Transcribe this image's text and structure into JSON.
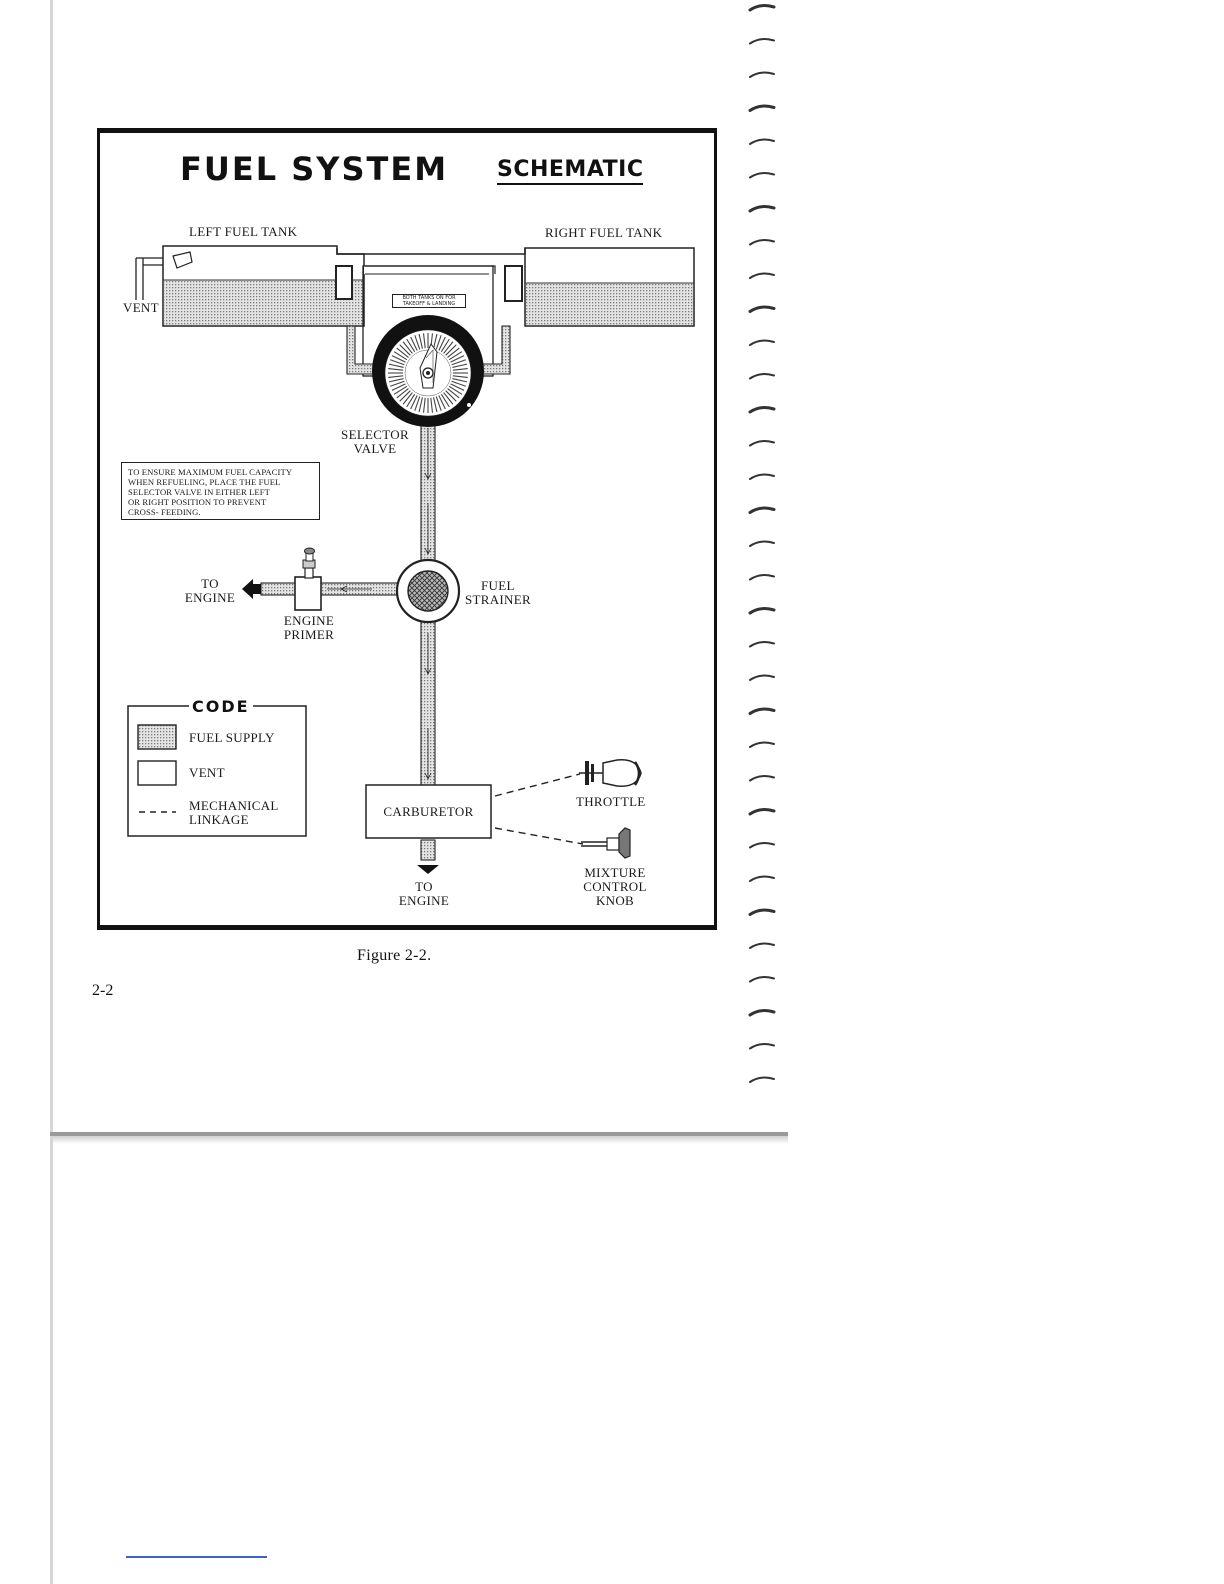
{
  "title": {
    "main": "FUEL SYSTEM",
    "sub": "SCHEMATIC"
  },
  "labels": {
    "left_tank": "LEFT FUEL TANK",
    "right_tank": "RIGHT FUEL TANK",
    "vent": "VENT",
    "selector_valve": [
      "SELECTOR",
      "VALVE"
    ],
    "fuel_strainer": [
      "FUEL",
      "STRAINER"
    ],
    "to_engine_left": [
      "TO",
      "ENGINE"
    ],
    "engine_primer": [
      "ENGINE",
      "PRIMER"
    ],
    "carburetor": "CARBURETOR",
    "throttle": "THROTTLE",
    "mixture_knob": [
      "MIXTURE",
      "CONTROL",
      "KNOB"
    ],
    "to_engine_bottom": [
      "TO",
      "ENGINE"
    ]
  },
  "placard": [
    "BOTH TANKS ON FOR",
    "TAKEOFF & LANDING"
  ],
  "note": [
    "TO ENSURE MAXIMUM FUEL CAPACITY",
    "WHEN REFUELING, PLACE THE FUEL",
    "SELECTOR VALVE IN EITHER  LEFT",
    "OR  RIGHT  POSITION TO PREVENT",
    "CROSS- FEEDING."
  ],
  "code": {
    "title": "CODE",
    "fuel_supply": "FUEL SUPPLY",
    "vent": "VENT",
    "linkage": [
      "MECHANICAL",
      "LINKAGE"
    ]
  },
  "caption": "Figure 2-2.",
  "page_number": "2-2"
}
